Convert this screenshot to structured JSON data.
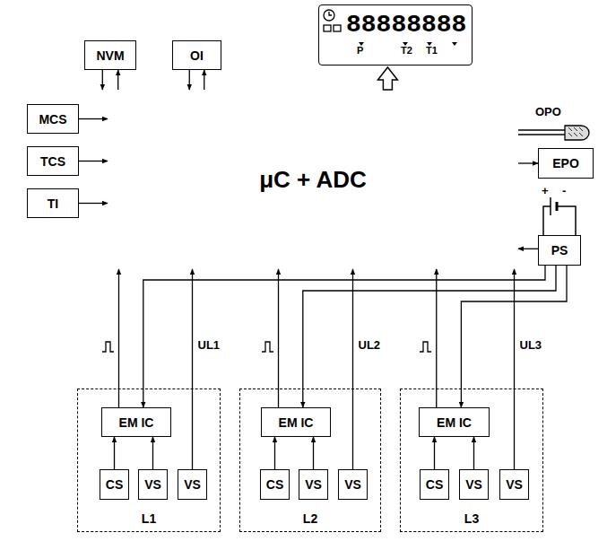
{
  "diagram": {
    "nodes": [
      {
        "text": [
          "NVM"
        ]
      },
      {
        "text": [
          "OI"
        ]
      },
      {
        "text": [
          "88888888",
          "P",
          "T2",
          "T1"
        ]
      },
      {
        "text": [
          "MCS"
        ]
      },
      {
        "text": [
          "TCS"
        ]
      },
      {
        "text": [
          "TI"
        ]
      },
      {
        "text": [
          "μC + ADC"
        ]
      },
      {
        "text": [
          "EPO"
        ]
      },
      {
        "text": [
          "PS"
        ]
      },
      {
        "text": [
          "L1"
        ]
      },
      {
        "text": [
          "EM IC"
        ],
        "in": 9
      },
      {
        "text": [
          "CS"
        ],
        "in": 9
      },
      {
        "text": [
          "VS"
        ],
        "in": 9
      },
      {
        "text": [
          "VS"
        ],
        "in": 9
      },
      {
        "text": [
          "L2"
        ]
      },
      {
        "text": [
          "EM IC"
        ],
        "in": 14
      },
      {
        "text": [
          "CS"
        ],
        "in": 14
      },
      {
        "text": [
          "VS"
        ],
        "in": 14
      },
      {
        "text": [
          "VS"
        ],
        "in": 14
      },
      {
        "text": [
          "L3"
        ]
      },
      {
        "text": [
          "EM IC"
        ],
        "in": 19
      },
      {
        "text": [
          "CS"
        ],
        "in": 19
      },
      {
        "text": [
          "VS"
        ],
        "in": 19
      },
      {
        "text": [
          "VS"
        ],
        "in": 19
      }
    ],
    "edges": [
      {
        "from": 0,
        "to": 6,
        "arrow": "to"
      },
      {
        "from": 6,
        "to": 0,
        "arrow": "to"
      },
      {
        "from": 1,
        "to": 6,
        "arrow": "to"
      },
      {
        "from": 6,
        "to": 1,
        "arrow": "to"
      },
      {
        "from": 6,
        "to": 2,
        "arrow": "to"
      },
      {
        "from": 3,
        "to": 6,
        "arrow": "to"
      },
      {
        "from": 4,
        "to": 6,
        "arrow": "to"
      },
      {
        "from": 5,
        "to": 6,
        "arrow": "to"
      },
      {
        "from": 6,
        "to": 7,
        "arrow": "to"
      },
      {
        "from": 8,
        "to": 6,
        "arrow": "to"
      },
      {
        "from": 8,
        "to": 10,
        "arrow": "to"
      },
      {
        "from": 8,
        "to": 15,
        "arrow": "to"
      },
      {
        "from": 8,
        "to": 20,
        "arrow": "to"
      },
      {
        "from": 10,
        "to": 6,
        "arrow": "to"
      },
      {
        "from": 13,
        "to": 6,
        "label": "UL1",
        "arrow": "to"
      },
      {
        "from": 11,
        "to": 10,
        "arrow": "to"
      },
      {
        "from": 12,
        "to": 10,
        "arrow": "to"
      },
      {
        "from": 15,
        "to": 6,
        "arrow": "to"
      },
      {
        "from": 18,
        "to": 6,
        "label": "UL2",
        "arrow": "to"
      },
      {
        "from": 16,
        "to": 15,
        "arrow": "to"
      },
      {
        "from": 17,
        "to": 15,
        "arrow": "to"
      },
      {
        "from": 20,
        "to": 6,
        "arrow": "to"
      },
      {
        "from": 23,
        "to": 6,
        "label": "UL3",
        "arrow": "to"
      },
      {
        "from": 21,
        "to": 20,
        "arrow": "to"
      },
      {
        "from": 22,
        "to": 20,
        "arrow": "to"
      }
    ],
    "labels": [
      "OPO",
      "+",
      "-"
    ]
  }
}
